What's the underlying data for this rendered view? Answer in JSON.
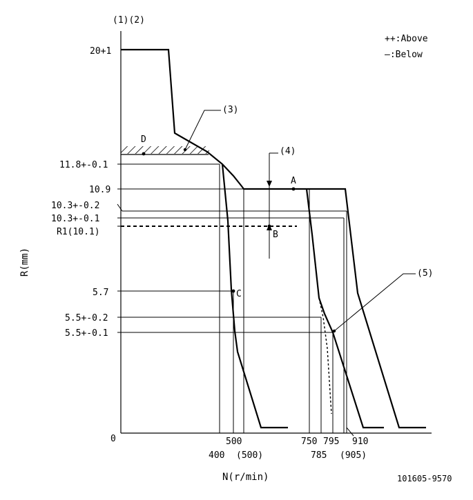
{
  "header": {
    "refs": "(1)(2)",
    "legend_above": "++:Above",
    "legend_below": "—:Below",
    "drawing_number": "101605-9570"
  },
  "axes": {
    "ylabel": "R(mm)",
    "xlabel": "N(r/min)",
    "origin": "0"
  },
  "y_ticks": [
    "20+1",
    "11.8+-0.1",
    "10.9",
    "10.3+-0.2",
    "10.3+-0.1",
    "R1(10.1)",
    "5.7",
    "5.5+-0.2",
    "5.5+-0.1"
  ],
  "x_ticks": [
    "500",
    "400",
    "(500)",
    "750",
    "785",
    "795",
    "910",
    "(905)"
  ],
  "callouts": [
    "(3)",
    "(4)",
    "(5)"
  ],
  "points": [
    "D",
    "A",
    "B",
    "C"
  ]
}
